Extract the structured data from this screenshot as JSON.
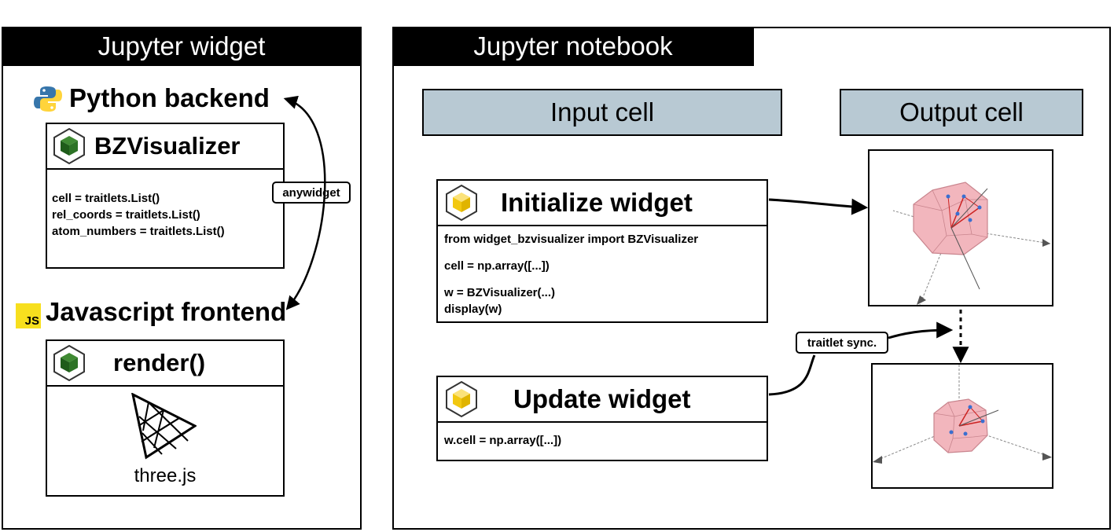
{
  "left_panel": {
    "title": "Jupyter widget",
    "backend": {
      "label": "Python backend",
      "class_name": "BZVisualizer",
      "traits": [
        "cell = traitlets.List()",
        "rel_coords = traitlets.List()",
        "atom_numbers = traitlets.List()"
      ]
    },
    "bridge_label": "anywidget",
    "frontend": {
      "label": "Javascript frontend",
      "js_badge": "JS",
      "render_title": "render()",
      "library_label": "three.js"
    }
  },
  "right_panel": {
    "title": "Jupyter notebook",
    "input_header": "Input cell",
    "output_header": "Output cell",
    "init_cell": {
      "title": "Initialize widget",
      "code": [
        "from widget_bzvisualizer import BZVisualizer",
        "cell = np.array([...])",
        "w = BZVisualizer(...)",
        "display(w)"
      ]
    },
    "update_cell": {
      "title": "Update widget",
      "code": [
        "w.cell = np.array([...])"
      ]
    },
    "sync_label": "traitlet sync."
  },
  "colors": {
    "cell_header_bg": "#b8c9d3",
    "widget_cube_green": "#1f5c1a",
    "notebook_cube_yellow": "#f2c811",
    "python_blue": "#3776ab",
    "python_yellow": "#ffd43b",
    "js_badge_yellow": "#f7df1e",
    "polyhedron_fill": "#f2b6bd",
    "vector_red": "#cc2222"
  }
}
